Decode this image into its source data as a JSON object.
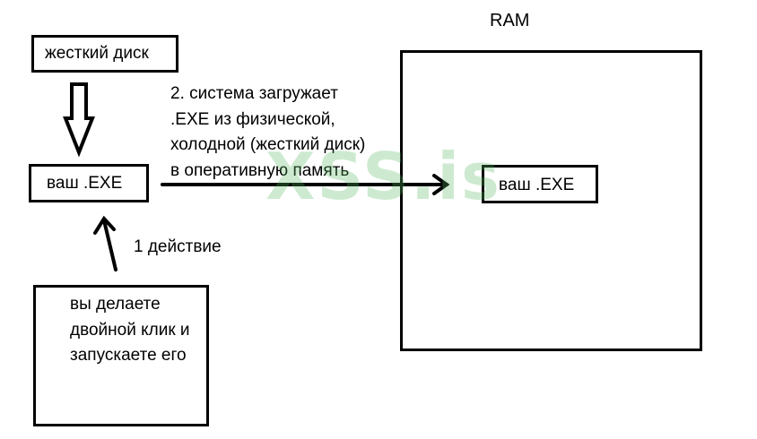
{
  "hard_disk": {
    "label": "жесткий диск"
  },
  "exe": {
    "label": "ваш .EXE"
  },
  "ram": {
    "title": "RAM",
    "exe_label": "ваш .EXE"
  },
  "step2": {
    "lines": [
      "2. система загружает",
      ".EXE из физической,",
      "холодной (жесткий диск)",
      "в оперативную память"
    ]
  },
  "step1": {
    "label": "1 действие"
  },
  "user_action": {
    "text": "вы делаете двойной клик и запускаете его"
  },
  "watermark": {
    "text": "XSS.is",
    "color": "#5ab964"
  }
}
